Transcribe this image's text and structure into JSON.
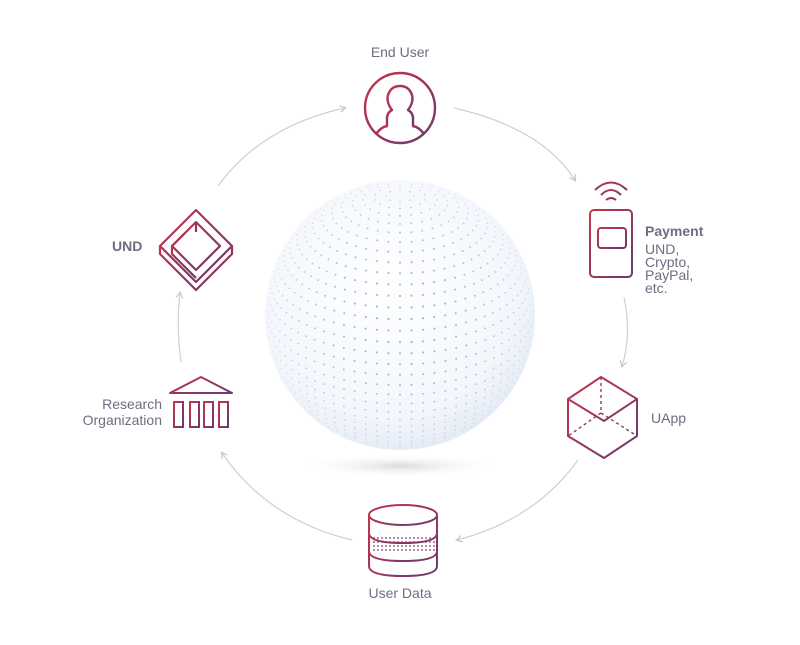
{
  "nodes": {
    "end_user": {
      "label": "End User",
      "icon": "user-icon"
    },
    "payment": {
      "label": "Payment",
      "detail": [
        "UND,",
        "Crypto,",
        "PayPal,",
        "etc."
      ],
      "icon": "mobile-payment-icon"
    },
    "uapp": {
      "label": "UApp",
      "icon": "cube-icon"
    },
    "user_data": {
      "label": "User Data",
      "icon": "database-icon"
    },
    "research": {
      "label_lines": [
        "Research",
        "Organization"
      ],
      "icon": "institution-icon"
    },
    "und": {
      "label": "UND",
      "icon": "und-logo-icon"
    }
  },
  "colors": {
    "icon_gradient_start": "#c8324a",
    "icon_gradient_end": "#6a3a6e",
    "arrow": "#cfcfd4",
    "label": "#6b6f80",
    "globe_dots": "#8aa2cc"
  }
}
